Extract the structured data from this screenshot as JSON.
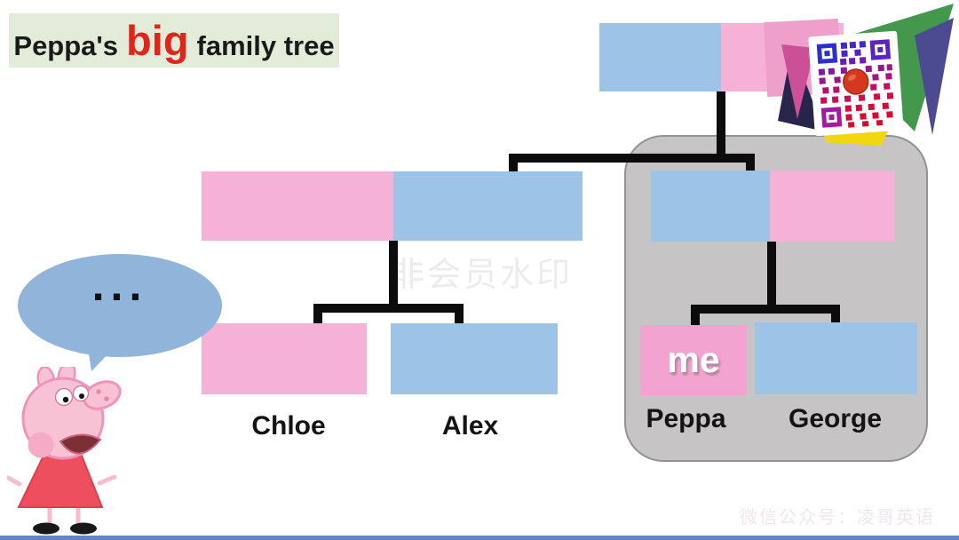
{
  "title": {
    "prefix": "Peppa's",
    "highlight": "big",
    "suffix": "family tree"
  },
  "tree": {
    "type": "family-tree",
    "nodes": [
      {
        "id": "grandparents",
        "segments": [
          "blue",
          "pink"
        ],
        "row": 1
      },
      {
        "id": "aunt-uncle-couple",
        "segments": [
          "pink",
          "blue"
        ],
        "row": 2
      },
      {
        "id": "parents-couple",
        "segments": [
          "blue",
          "pink"
        ],
        "row": 2,
        "inside_panel": true
      },
      {
        "id": "chloe",
        "color": "pink",
        "row": 3
      },
      {
        "id": "alex",
        "color": "blue",
        "row": 3
      },
      {
        "id": "peppa",
        "color": "pink",
        "row": 3,
        "overlay": "me",
        "inside_panel": true
      },
      {
        "id": "george",
        "color": "blue",
        "row": 3,
        "inside_panel": true
      }
    ],
    "edges": [
      [
        "grandparents",
        "aunt-uncle-couple"
      ],
      [
        "grandparents",
        "parents-couple"
      ],
      [
        "aunt-uncle-couple",
        "chloe"
      ],
      [
        "aunt-uncle-couple",
        "alex"
      ],
      [
        "parents-couple",
        "peppa"
      ],
      [
        "parents-couple",
        "george"
      ]
    ]
  },
  "labels": {
    "me": "me",
    "chloe": "Chloe",
    "alex": "Alex",
    "peppa": "Peppa",
    "george": "George"
  },
  "speech_bubble": {
    "text": "..."
  },
  "watermarks": {
    "center": "非会员水印",
    "bottom_right": "微信公众号：凌哥英语"
  },
  "icons": {
    "qr": "wechat-qr-code",
    "character": "peppa-pig-illustration",
    "bubble": "speech-bubble"
  },
  "colors": {
    "box-blue": "#9dc3e6",
    "box-pink": "#f5b1d6",
    "me-pink": "#f2a3d0",
    "panel-gray": "#c6c4c4",
    "banner-green": "#e3ecd8",
    "title-red": "#e0261b",
    "bubble-blue": "#90b4da",
    "connector-black": "#0c0c0c",
    "strip-blue": "#5c88c3",
    "dress-red": "#ed4f5f",
    "peppa-skin-pink": "#f8c2d5"
  }
}
